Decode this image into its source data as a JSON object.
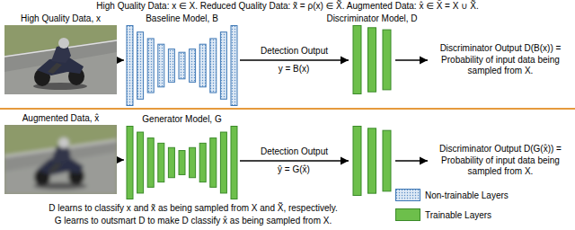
{
  "diagram": {
    "title": "High Quality Data: x ∈ X. Reduced Quality Data: x̃ = ρ(x) ∈ X̃. Augmented Data: x̂ ∈ X̂ = X ∪ X̃.",
    "nodes": [
      {
        "text": [
          "High Quality Data, x"
        ]
      },
      {
        "text": [
          "Baseline Model, B"
        ]
      },
      {
        "text": [
          "Discriminator Model, D"
        ]
      },
      {
        "text": [
          "Discriminator Output D(B(x)) = Probability of input data being sampled from X."
        ]
      },
      {
        "text": [
          "Augmented Data, x̂"
        ]
      },
      {
        "text": [
          "Generator Model, G"
        ]
      },
      {
        "text": []
      },
      {
        "text": [
          "Discriminator Output D(G(x̂)) = Probability of input data being sampled from X."
        ]
      }
    ],
    "edges": [
      {
        "from": 0,
        "to": 1,
        "arrow": "to"
      },
      {
        "from": 1,
        "to": 2,
        "arrow": "to",
        "label": "Detection Output"
      },
      {
        "from": 2,
        "to": 3,
        "arrow": "to"
      },
      {
        "from": 4,
        "to": 5,
        "arrow": "to"
      },
      {
        "from": 5,
        "to": 6,
        "arrow": "to",
        "label": "Detection Output"
      },
      {
        "from": 6,
        "to": 7,
        "arrow": "to"
      }
    ],
    "labels": [
      "y = B(x)",
      "ŷ = G(x̂)",
      "D learns to classify x and x̃ as being sampled from X and X̃, respectively.",
      "G learns to outsmart D to make D classify x̂ as being sampled from X."
    ],
    "legend": [
      {
        "text": "Non-trainable Layers"
      },
      {
        "text": "Trainable Layers",
        "color": "#6dbf4b"
      }
    ]
  }
}
